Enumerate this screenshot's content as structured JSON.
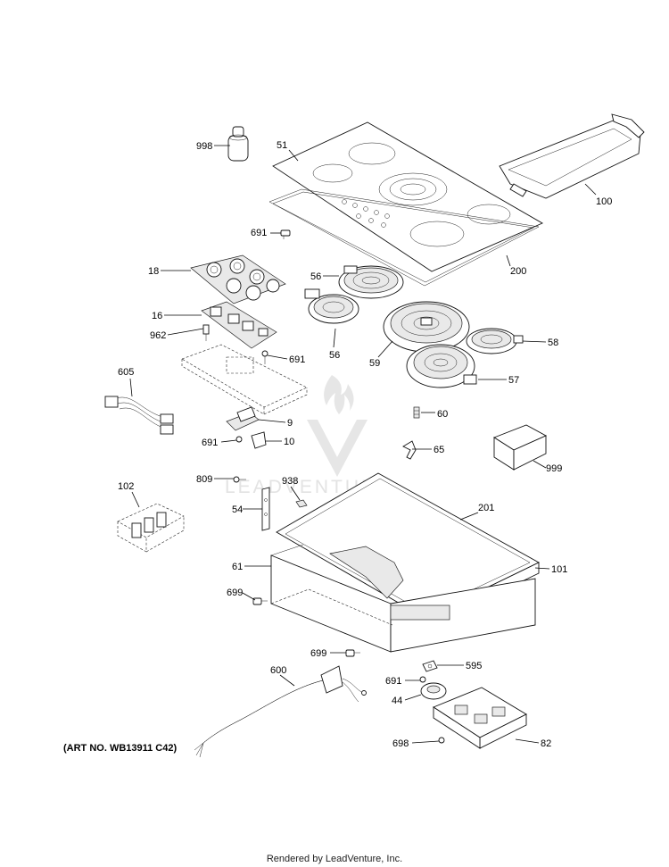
{
  "art_number": "(ART NO. WB13911 C42)",
  "footer": "Rendered by LeadVenture, Inc.",
  "watermark": "LEADVENTURE",
  "callouts": [
    {
      "id": "998",
      "label": "998"
    },
    {
      "id": "51",
      "label": "51"
    },
    {
      "id": "100",
      "label": "100"
    },
    {
      "id": "691a",
      "label": "691"
    },
    {
      "id": "200",
      "label": "200"
    },
    {
      "id": "18",
      "label": "18"
    },
    {
      "id": "56a",
      "label": "56"
    },
    {
      "id": "16",
      "label": "16"
    },
    {
      "id": "962",
      "label": "962"
    },
    {
      "id": "56b",
      "label": "56"
    },
    {
      "id": "59",
      "label": "59"
    },
    {
      "id": "58",
      "label": "58"
    },
    {
      "id": "691b",
      "label": "691"
    },
    {
      "id": "605",
      "label": "605"
    },
    {
      "id": "57",
      "label": "57"
    },
    {
      "id": "60",
      "label": "60"
    },
    {
      "id": "9",
      "label": "9"
    },
    {
      "id": "691c",
      "label": "691"
    },
    {
      "id": "10",
      "label": "10"
    },
    {
      "id": "65",
      "label": "65"
    },
    {
      "id": "999",
      "label": "999"
    },
    {
      "id": "809",
      "label": "809"
    },
    {
      "id": "938",
      "label": "938"
    },
    {
      "id": "102",
      "label": "102"
    },
    {
      "id": "54",
      "label": "54"
    },
    {
      "id": "201",
      "label": "201"
    },
    {
      "id": "61",
      "label": "61"
    },
    {
      "id": "101",
      "label": "101"
    },
    {
      "id": "699a",
      "label": "699"
    },
    {
      "id": "699b",
      "label": "699"
    },
    {
      "id": "600",
      "label": "600"
    },
    {
      "id": "595",
      "label": "595"
    },
    {
      "id": "691d",
      "label": "691"
    },
    {
      "id": "44",
      "label": "44"
    },
    {
      "id": "698",
      "label": "698"
    },
    {
      "id": "82",
      "label": "82"
    }
  ]
}
